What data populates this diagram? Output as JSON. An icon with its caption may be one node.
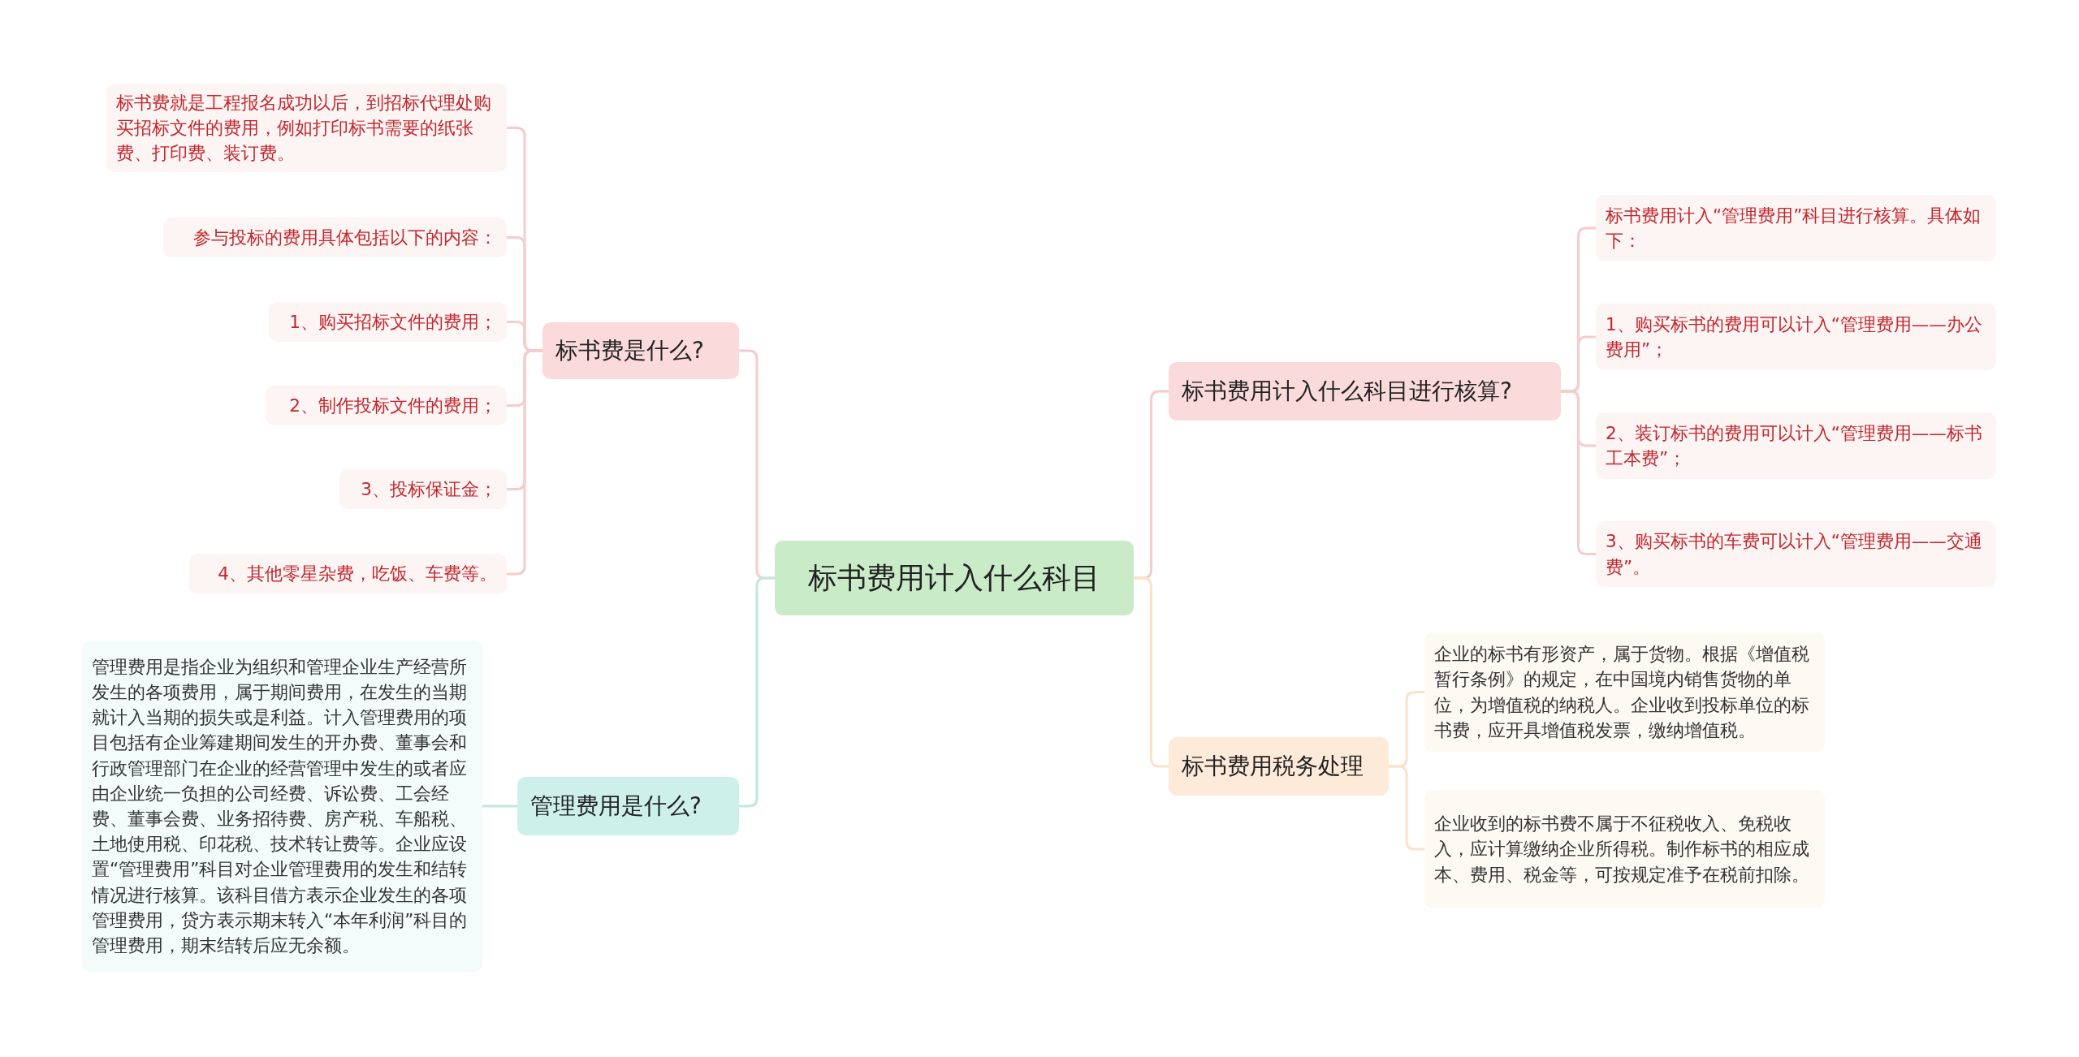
{
  "diagram": {
    "nodes": [
      {
        "text": [
          "标书费用计入什么科目"
        ]
      },
      {
        "text": [
          "标书费是什么?"
        ]
      },
      {
        "text": [
          "标书费就是工程报名成功以后，到招标代理处购买招标文件的费用，例如打印标书需要的纸张费、打印费、装订费。"
        ]
      },
      {
        "text": [
          "参与投标的费用具体包括以下的内容："
        ]
      },
      {
        "text": [
          "1、购买招标文件的费用；"
        ]
      },
      {
        "text": [
          "2、制作投标文件的费用；"
        ]
      },
      {
        "text": [
          "3、投标保证金；"
        ]
      },
      {
        "text": [
          "4、其他零星杂费，吃饭、车费等。"
        ]
      },
      {
        "text": [
          "管理费用是什么?"
        ]
      },
      {
        "text": [
          "管理费用是指企业为组织和管理企业生产经营所发生的各项费用，属于期间费用，在发生的当期就计入当期的损失或是利益。计入管理费用的项目包括有企业筹建期间发生的开办费、董事会和行政管理部门在企业的经营管理中发生的或者应由企业统一负担的公司经费、诉讼费、工会经费、董事会费、业务招待费、房产税、车船税、土地使用税、印花税、技术转让费等。企业应设置“管理费用”科目对企业管理费用的发生和结转情况进行核算。该科目借方表示企业发生的各项管理费用，贷方表示期末转入“本年利润”科目的管理费用，期末结转后应无余额。"
        ]
      },
      {
        "text": [
          "标书费用计入什么科目进行核算?"
        ]
      },
      {
        "text": [
          "标书费用计入“管理费用”科目进行核算。具体如下："
        ]
      },
      {
        "text": [
          "1、购买标书的费用可以计入“管理费用——办公费用”；"
        ]
      },
      {
        "text": [
          "2、装订标书的费用可以计入“管理费用——标书工本费”；"
        ]
      },
      {
        "text": [
          "3、购买标书的车费可以计入“管理费用——交通费”。"
        ]
      },
      {
        "text": [
          "标书费用税务处理"
        ]
      },
      {
        "text": [
          "企业的标书有形资产，属于货物。根据《增值税暂行条例》的规定，在中国境内销售货物的单位，为增值税的纳税人。企业收到投标单位的标书费，应开具增值税发票，缴纳增值税。"
        ]
      },
      {
        "text": [
          "企业收到的标书费不属于不征税收入、免税收入，应计算缴纳企业所得税。制作标书的相应成本、费用、税金等，可按规定准予在税前扣除。"
        ]
      }
    ],
    "edges": [
      {
        "from": 0,
        "to": 1,
        "arrow": "none"
      },
      {
        "from": 1,
        "to": 2,
        "arrow": "none"
      },
      {
        "from": 1,
        "to": 3,
        "arrow": "none"
      },
      {
        "from": 1,
        "to": 4,
        "arrow": "none"
      },
      {
        "from": 1,
        "to": 5,
        "arrow": "none"
      },
      {
        "from": 1,
        "to": 6,
        "arrow": "none"
      },
      {
        "from": 1,
        "to": 7,
        "arrow": "none"
      },
      {
        "from": 0,
        "to": 8,
        "arrow": "none",
        "color": "#bfe8df"
      },
      {
        "from": 8,
        "to": 9,
        "arrow": "none",
        "color": "#bfe8df"
      },
      {
        "from": 0,
        "to": 10,
        "arrow": "none"
      },
      {
        "from": 10,
        "to": 11,
        "arrow": "none"
      },
      {
        "from": 10,
        "to": 12,
        "arrow": "none"
      },
      {
        "from": 10,
        "to": 13,
        "arrow": "none"
      },
      {
        "from": 10,
        "to": 14,
        "arrow": "none"
      },
      {
        "from": 0,
        "to": 15,
        "arrow": "none",
        "color": "#fbe2c8"
      },
      {
        "from": 15,
        "to": 16,
        "arrow": "none",
        "color": "#fbe2c8"
      },
      {
        "from": 15,
        "to": 17,
        "arrow": "none",
        "color": "#fbe2c8"
      }
    ]
  }
}
